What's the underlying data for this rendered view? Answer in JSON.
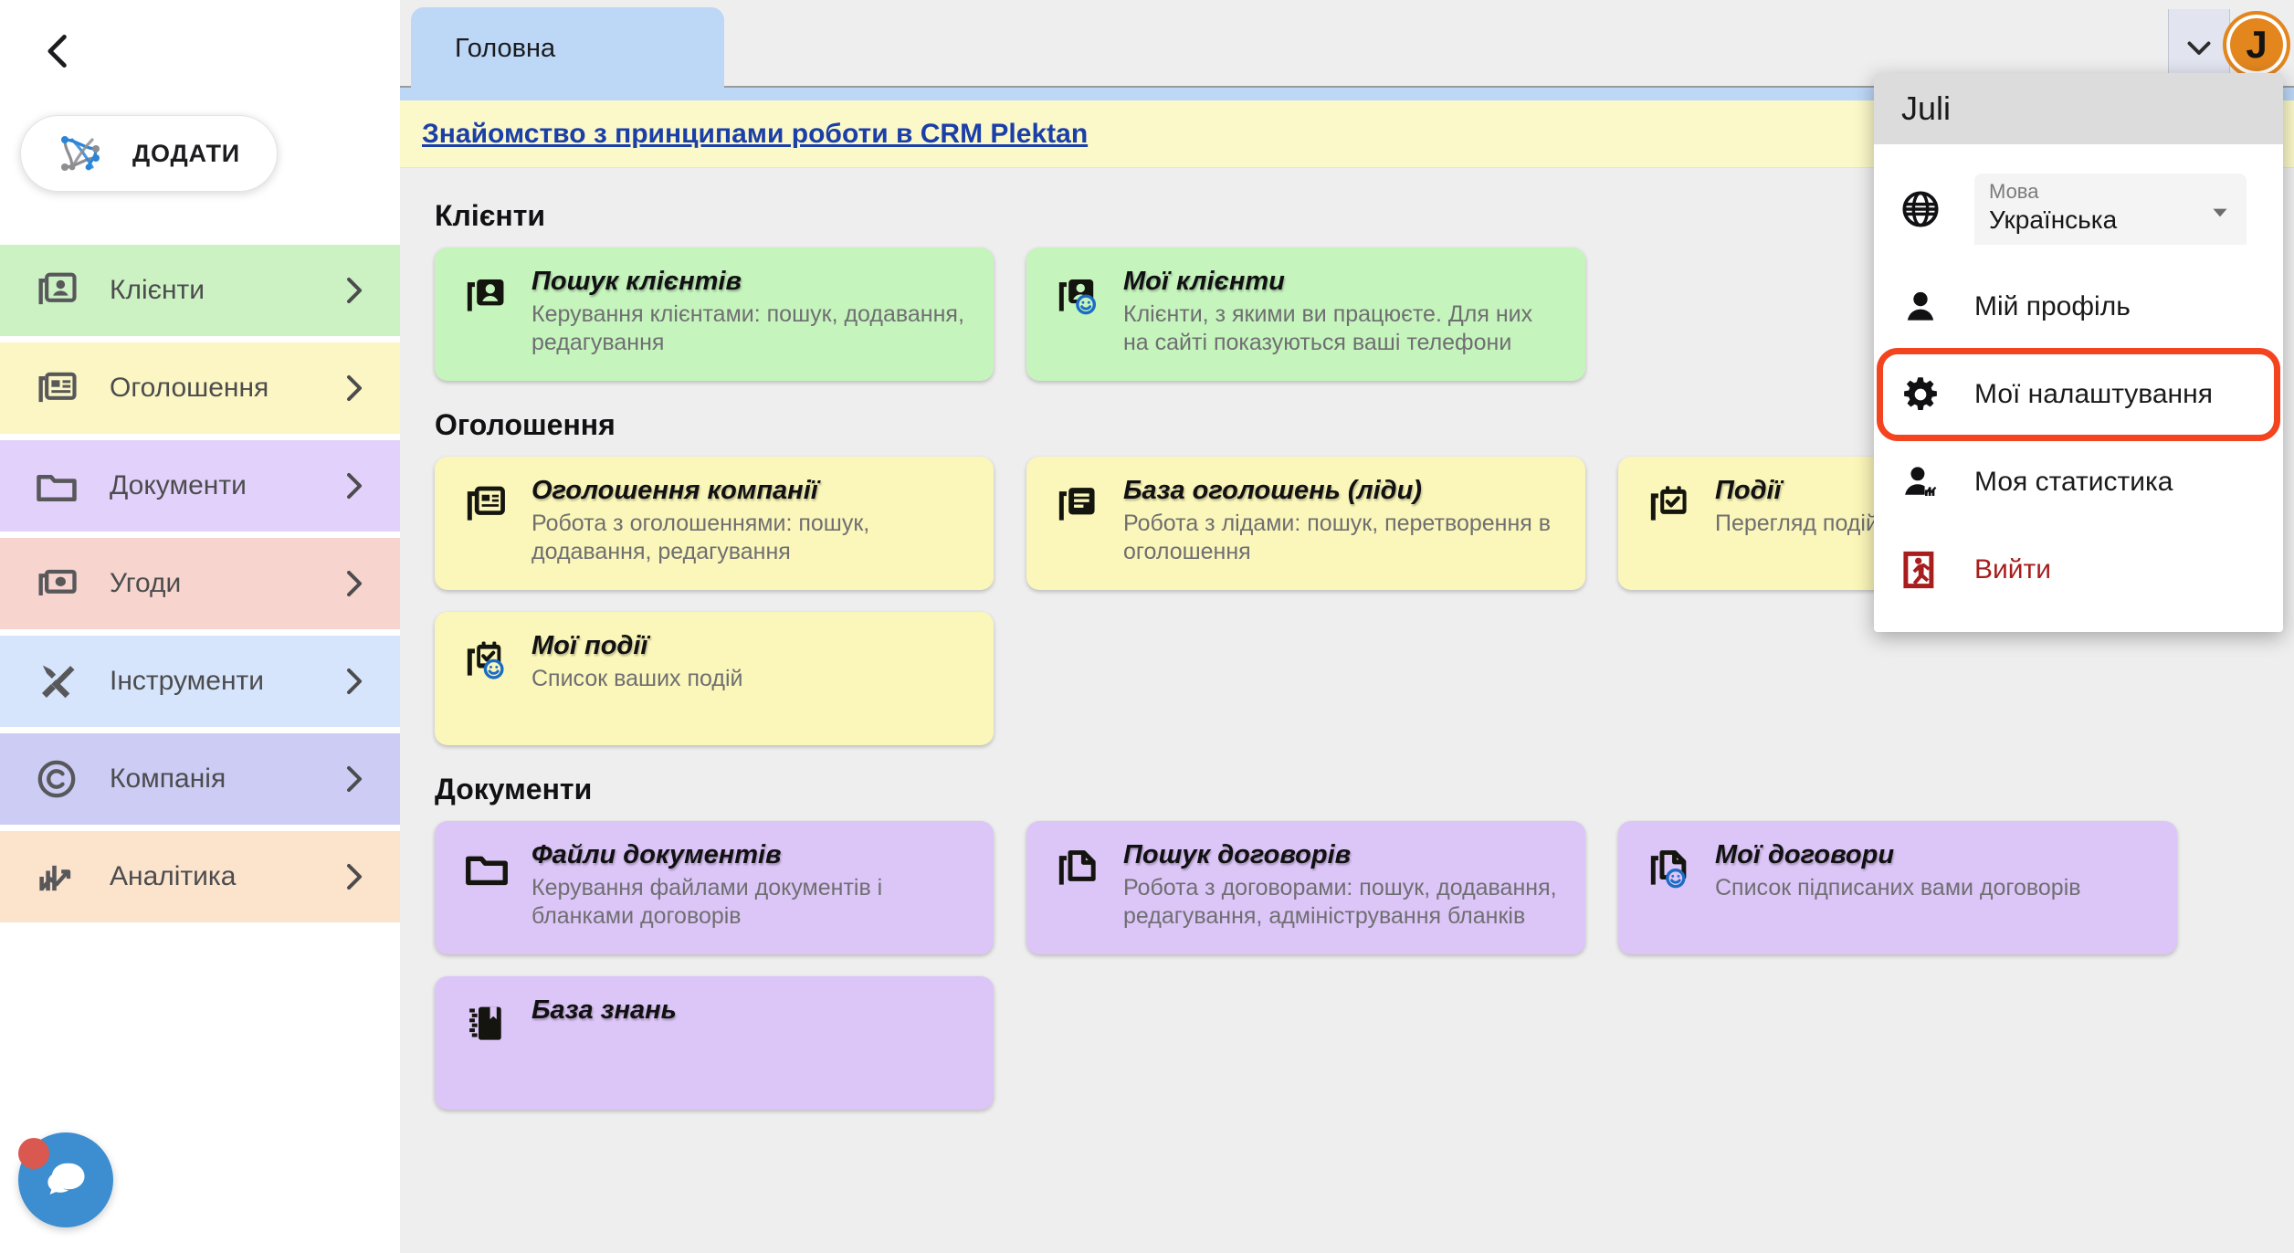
{
  "sidebar": {
    "back_icon": "chevron-left-icon",
    "add_button": {
      "label": "ДОДАТИ",
      "icon": "plektan-logo-icon"
    },
    "items": [
      {
        "label": "Клієнти",
        "icon": "contacts-icon",
        "color": "#ccf2c4"
      },
      {
        "label": "Оголошення",
        "icon": "news-icon",
        "color": "#fbf6c3"
      },
      {
        "label": "Документи",
        "icon": "folder-icon",
        "color": "#e2d2fb"
      },
      {
        "label": "Угоди",
        "icon": "banknote-icon",
        "color": "#f7d4ce"
      },
      {
        "label": "Інструменти",
        "icon": "tools-icon",
        "color": "#d6e5fb"
      },
      {
        "label": "Компанія",
        "icon": "copyright-icon",
        "color": "#ccccf5"
      },
      {
        "label": "Аналітика",
        "icon": "analytics-icon",
        "color": "#fbe3cc"
      }
    ]
  },
  "tabs": [
    {
      "label": "Головна",
      "active": true
    }
  ],
  "topbar": {
    "caret_icon": "chevron-down-icon",
    "avatar_initial": "J",
    "avatar_color": "#e3861e"
  },
  "banner": {
    "link_text": "Знайомство з принципами роботи в CRM Plektan",
    "background": "#fbf8c9"
  },
  "sections": [
    {
      "title": "Клієнти",
      "color": "green",
      "cards": [
        {
          "title": "Пошук клієнтів",
          "desc": "Керування клієнтами: пошук, додавання, редагування",
          "icon": "contacts-search-icon"
        },
        {
          "title": "Мої клієнти",
          "desc": "Клієнти, з якими ви працюєте. Для них на сайті показуються ваші телефони",
          "icon": "contacts-my-icon"
        }
      ]
    },
    {
      "title": "Оголошення",
      "color": "yellow",
      "cards": [
        {
          "title": "Оголошення компанії",
          "desc": "Робота з оголошеннями: пошук, додавання, редагування",
          "icon": "news-icon"
        },
        {
          "title": "База оголошень (ліди)",
          "desc": "Робота з лідами: пошук, перетворення в оголошення",
          "icon": "leads-icon"
        },
        {
          "title": "Події",
          "desc": "Перегляд подій з клієнтами",
          "icon": "calendar-check-icon"
        }
      ]
    },
    {
      "title": "",
      "color": "yellow",
      "cards": [
        {
          "title": "Мої події",
          "desc": "Список ваших подій",
          "icon": "calendar-my-icon"
        }
      ]
    },
    {
      "title": "Документи",
      "color": "purple",
      "cards": [
        {
          "title": "Файли документів",
          "desc": "Керування файлами документів і бланками договорів",
          "icon": "folder-icon"
        },
        {
          "title": "Пошук договорів",
          "desc": "Робота з договорами: пошук, додавання, редагування, адміністрування бланків",
          "icon": "contract-search-icon"
        },
        {
          "title": "Мої договори",
          "desc": "Список підписаних вами договорів",
          "icon": "contract-my-icon"
        }
      ]
    },
    {
      "title": "",
      "color": "purple",
      "cards": [
        {
          "title": "База знань",
          "desc": "",
          "icon": "knowledge-book-icon"
        }
      ]
    }
  ],
  "profile_menu": {
    "user_name": "Juli",
    "language": {
      "caption": "Мова",
      "value": "Українська",
      "icon": "globe-icon",
      "caret_icon": "dropdown-caret-icon"
    },
    "items": [
      {
        "label": "Мій профіль",
        "icon": "person-icon",
        "highlighted": false,
        "logout": false
      },
      {
        "label": "Мої налаштування",
        "icon": "gear-icon",
        "highlighted": true,
        "logout": false
      },
      {
        "label": "Моя статистика",
        "icon": "person-stats-icon",
        "highlighted": false,
        "logout": false
      },
      {
        "label": "Вийти",
        "icon": "exit-icon",
        "highlighted": false,
        "logout": true
      }
    ],
    "highlight_color": "#f4441f"
  },
  "chat_widget": {
    "icon": "chat-bubble-icon",
    "badge": true,
    "color": "#3c8ed0",
    "badge_color": "#d9584f"
  }
}
